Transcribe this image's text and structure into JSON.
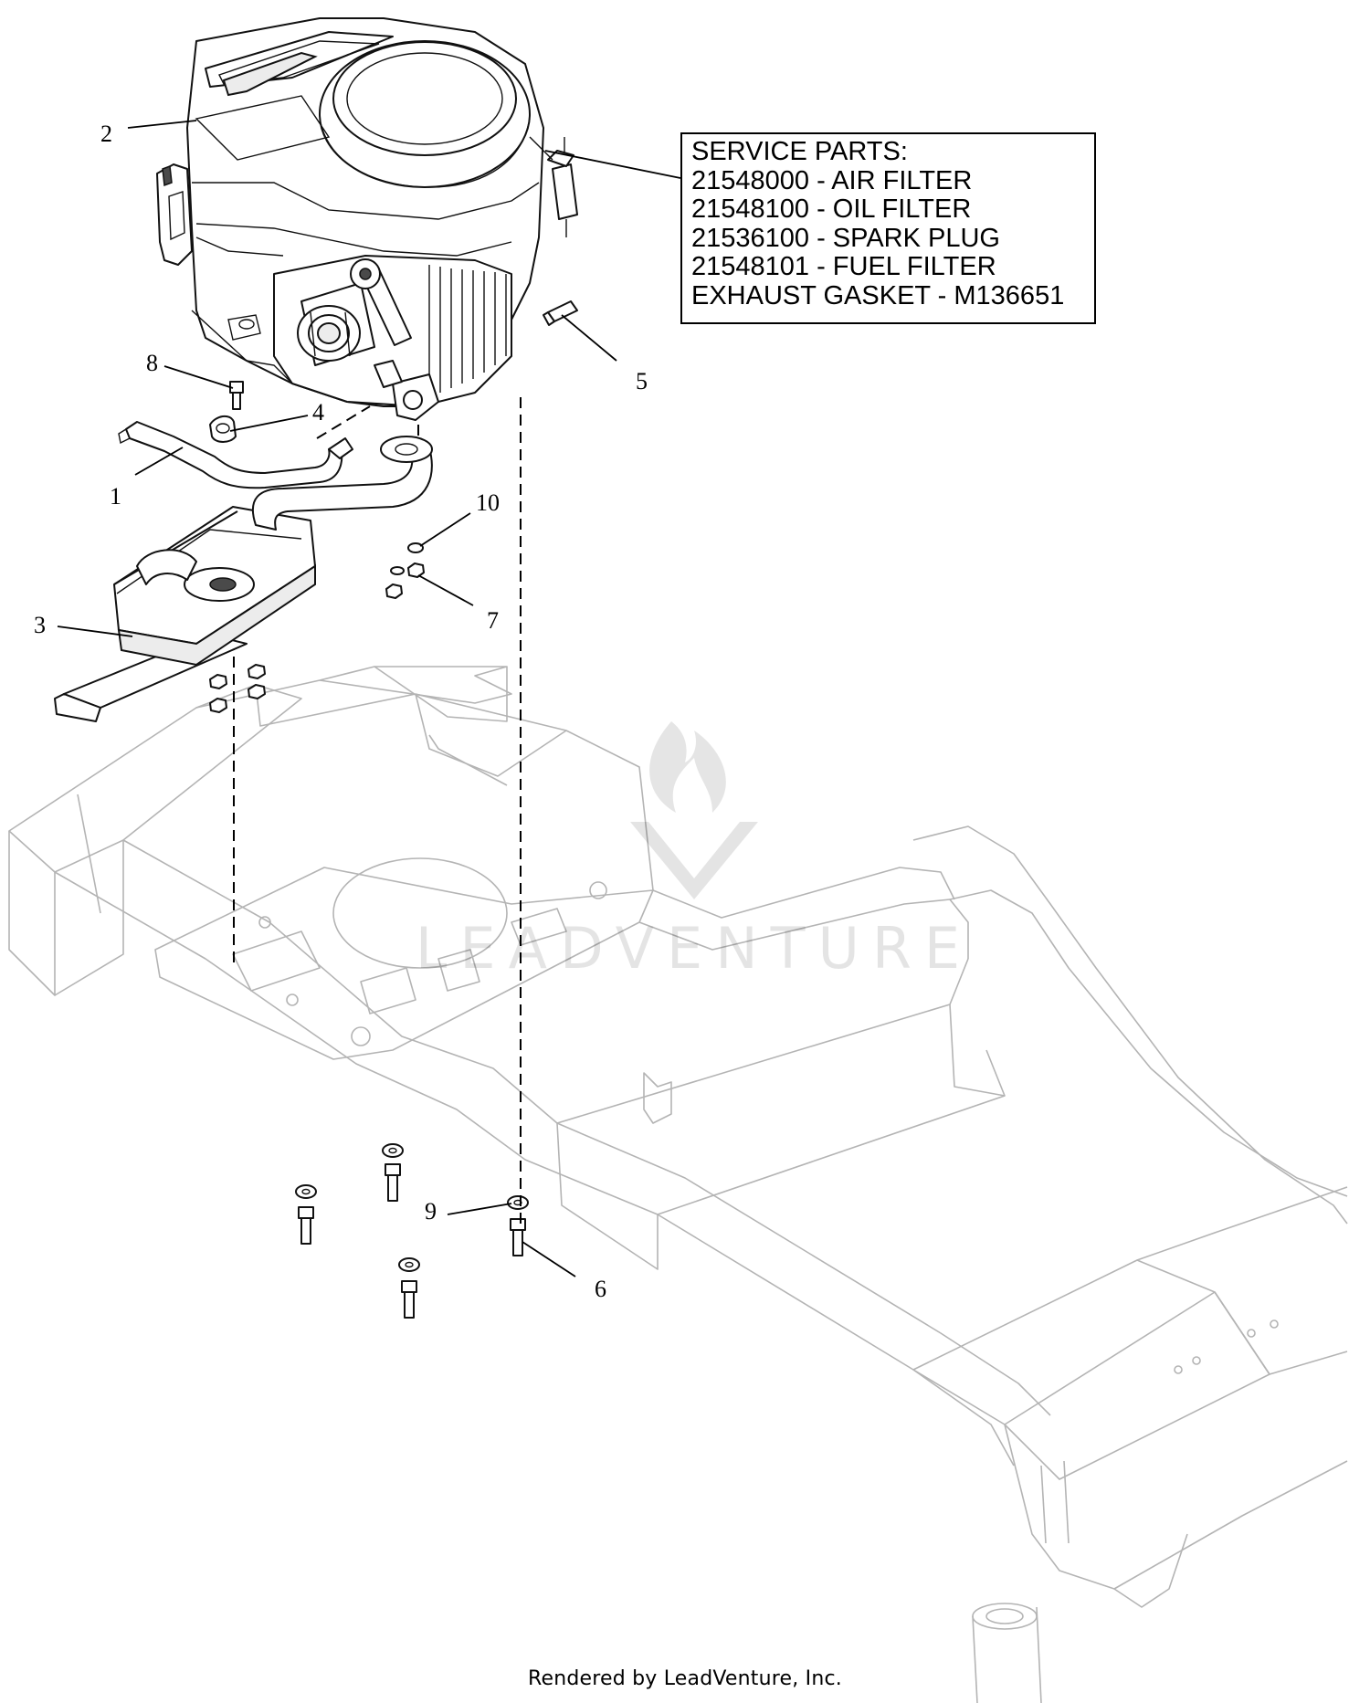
{
  "service_box": {
    "title": "SERVICE PARTS:",
    "lines": [
      "21548000 - AIR FILTER",
      "21548100 - OIL FILTER",
      "21536100 - SPARK PLUG",
      "21548101 - FUEL FILTER",
      "EXHAUST GASKET - M136651"
    ]
  },
  "callouts": {
    "c1": "1",
    "c2": "2",
    "c3": "3",
    "c4": "4",
    "c5": "5",
    "c6": "6",
    "c7": "7",
    "c8": "8",
    "c9": "9",
    "c10": "10"
  },
  "watermark_text": "LEADVENTURE",
  "footer": "Rendered by LeadVenture, Inc."
}
